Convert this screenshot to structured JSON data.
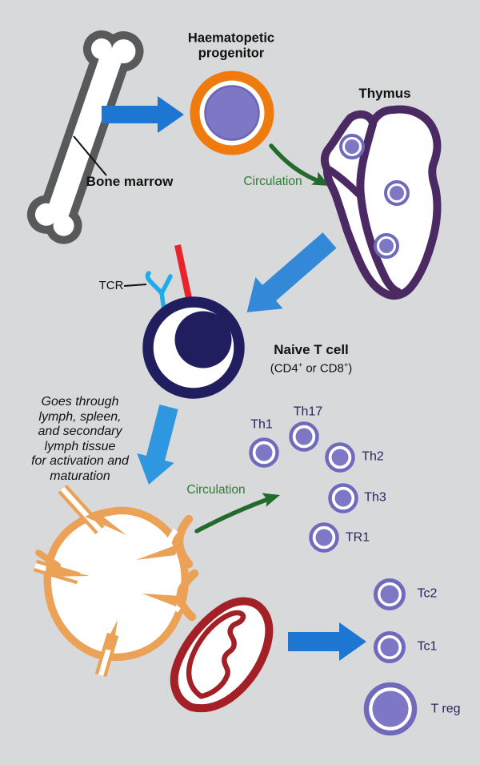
{
  "labels": {
    "progenitor_line1": "Haematopetic",
    "progenitor_line2": "progenitor",
    "thymus": "Thymus",
    "bone_marrow": "Bone marrow",
    "circulation_top": "Circulation",
    "circulation_mid": "Circulation",
    "tcr": "TCR",
    "naive_title": "Naive T cell",
    "naive_sub": {
      "p1": "(CD4",
      "s1": "+",
      "p2": " or CD8",
      "s2": "+",
      "p3": ")"
    },
    "journey": [
      "Goes through",
      "lymph, spleen,",
      "and secondary",
      "lymph tissue",
      "for activation and",
      "maturation"
    ]
  },
  "cells": {
    "th1": "Th1",
    "th17": "Th17",
    "th2": "Th2",
    "th3": "Th3",
    "tr1": "TR1",
    "tc2": "Tc2",
    "tc1": "Tc1",
    "treg": "T reg"
  },
  "colors": {
    "background": "#d8d9da",
    "arrow_blue_dark": "#1d76d2",
    "arrow_blue_mid": "#3389d8",
    "arrow_blue_light": "#2f97e0",
    "green_text": "#2e7d33",
    "green_arrow": "#226b2d",
    "bone_gray": "#58595b",
    "progenitor_orange": "#ef7a0d",
    "cell_ring_purple": "#6f6abc",
    "cell_fill_purple": "#7d77c5",
    "thymus_purple": "#4b2a63",
    "navy": "#201e5e",
    "tcr_red": "#e82329",
    "tcr_blue": "#1fadea",
    "lymph_orange": "#eba257",
    "spleen_red": "#a32027",
    "text_dark": "#111111",
    "cell_label_navy": "#26275f"
  }
}
